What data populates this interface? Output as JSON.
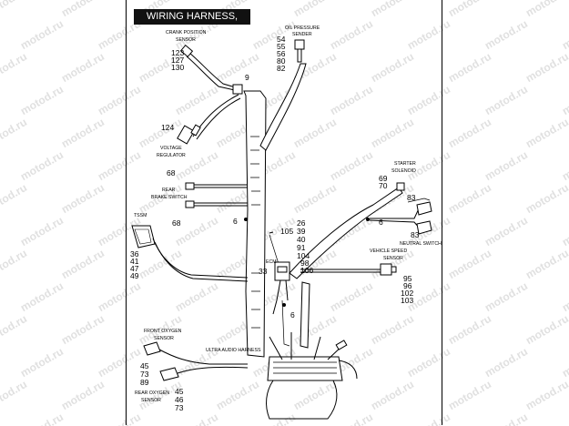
{
  "title": "WIRING HARNESS, MAIN",
  "watermark": "motod.ru",
  "components": {
    "crank_position_sensor": {
      "label_line1": "CRANK POSITION",
      "label_line2": "SENSOR",
      "numbers": [
        "123",
        "127",
        "130"
      ]
    },
    "oil_pressure_sender": {
      "label_line1": "OIL PRESSURE",
      "label_line2": "SENDER",
      "numbers": [
        "54",
        "55",
        "56",
        "80",
        "82"
      ]
    },
    "voltage_regulator": {
      "label_line1": "VOLTAGE",
      "label_line2": "REGULATOR",
      "number": "124"
    },
    "rear_brake_switch": {
      "label_line1": "REAR",
      "label_line2": "BRAKE SWITCH",
      "number_top": "68",
      "number_bottom": "68"
    },
    "starter_solenoid": {
      "label_line1": "STARTER",
      "label_line2": "SOLENOID",
      "numbers": [
        "69",
        "70"
      ]
    },
    "neutral_switch": {
      "label": "NEUTRAL SWITCH",
      "number_top": "83",
      "number_bottom": "83"
    },
    "tssm": {
      "label": "TSSM",
      "numbers": [
        "36",
        "41",
        "47",
        "49"
      ]
    },
    "ecm": {
      "label": "ECM",
      "number_left": "33",
      "number_bottom": "6"
    },
    "vehicle_speed_sensor": {
      "label_line1": "VEHICLE SPEED",
      "label_line2": "SENSOR",
      "numbers": [
        "95",
        "96",
        "102",
        "103"
      ]
    },
    "front_oxygen_sensor": {
      "label_line1": "FRONT OXYGEN",
      "label_line2": "SENSOR",
      "numbers": [
        "45",
        "73",
        "89"
      ]
    },
    "rear_oxygen_sensor": {
      "label_line1": "REAR OXYGEN",
      "label_line2": "SENSOR",
      "numbers": [
        "45",
        "46",
        "73"
      ]
    },
    "ultra_audio_harness": {
      "label": "ULTRA AUDIO HARNESS"
    }
  },
  "callouts": {
    "n9": "9",
    "n6_left": "6",
    "n6_right": "6",
    "n105": "105",
    "center_stack": [
      "26",
      "39",
      "40",
      "91",
      "104"
    ],
    "ecm_right": [
      "98",
      "106"
    ]
  }
}
